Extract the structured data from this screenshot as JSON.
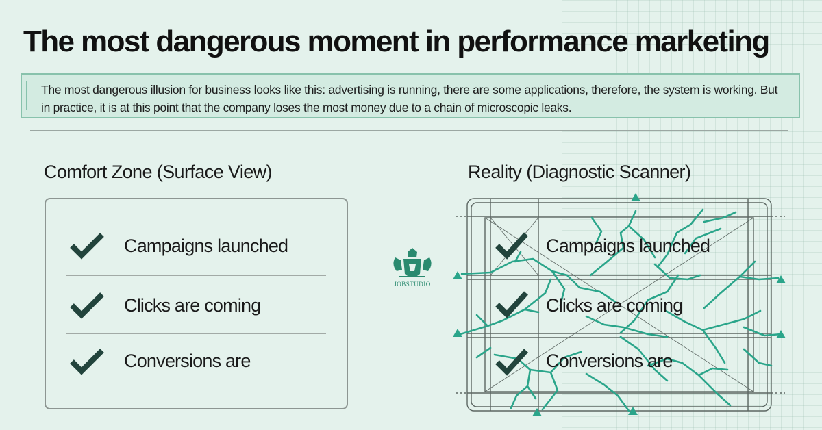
{
  "title": "The most dangerous moment in performance marketing",
  "callout": {
    "text": "The most dangerous illusion for business looks like this: advertising is running, there are some applications, therefore, the system is working.  But in practice, it is at this point that the company loses the most money due to a chain of microscopic leaks."
  },
  "comfort": {
    "heading": "Comfort Zone (Surface View)",
    "items": [
      "Campaigns launched",
      "Clicks are coming",
      "Conversions are"
    ]
  },
  "reality": {
    "heading": "Reality (Diagnostic Scanner)",
    "items": [
      "Campaigns launched",
      "Clicks are coming",
      "Conversions are"
    ]
  },
  "logo": {
    "text": "JOBSTUDIO"
  },
  "icons": {
    "check": "check-icon",
    "warning": "warning-icon",
    "crack": "crack-line"
  },
  "colors": {
    "background": "#e4f2ec",
    "accent": "#2aa58a",
    "check": "#22443c",
    "callout_border": "#88c2ac"
  }
}
